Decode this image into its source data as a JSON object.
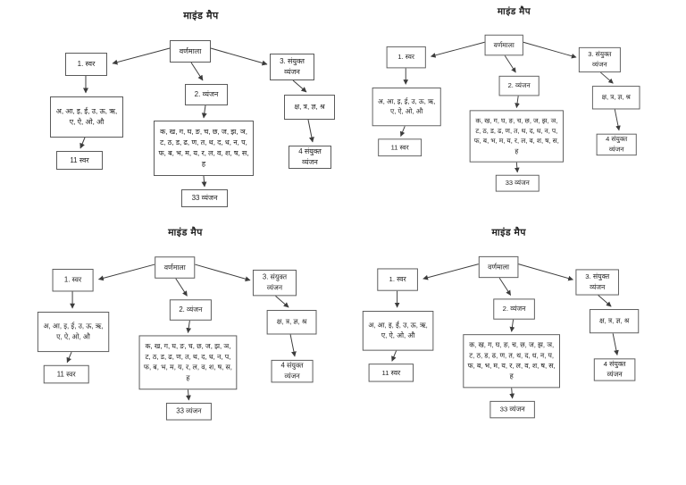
{
  "colors": {
    "background": "#ffffff",
    "box_border": "#5a5a5a",
    "text": "#1e1e1e",
    "arrow": "#3c3c3c"
  },
  "mindmap": {
    "title": "माइंड मैप",
    "root_label": "वर्णमाला",
    "vowels": {
      "label": "1. स्वर",
      "letters": "अ, आ, इ, ई, उ, ऊ, ऋ, ए, ऐ, ओ, औ",
      "count_label": "11 स्वर"
    },
    "consonants": {
      "label": "2. व्यंजन",
      "letters": "क, ख, ग, घ, ङ, च, छ, ज, झ, ञ, ट, ठ, ड, ढ, ण, त, थ, द, ध, न, प, फ, ब, भ, म, य, र, ल, व, श, ष, स, ह",
      "count_label": "33 व्यंजन"
    },
    "conjuncts": {
      "label": "3. संयुक्त व्यंजन",
      "letters": "क्ष, त्र, ज्ञ, श्र",
      "count_label": "4 संयुक्त व्यंजन"
    }
  }
}
